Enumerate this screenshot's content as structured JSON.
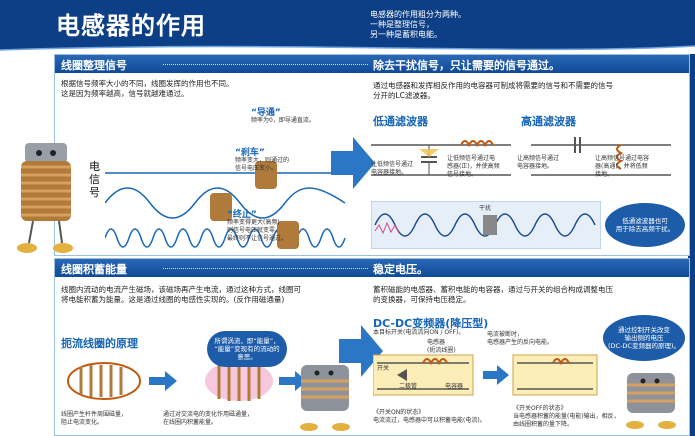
{
  "header": {
    "title": "电感器的作用",
    "summary_lines": [
      "电感器的作用粗分为两种。",
      "一种是整理信号，",
      "另一种是蓄积电能。"
    ]
  },
  "section1": {
    "left_heading": "线圈整理信号",
    "right_heading": "除去干扰信号，只让需要的信号通过。",
    "left_text": [
      "根据信号频率大小的不同，线圈发挥的作用也不同。",
      "这是因为频率越高，信号就越难通过。"
    ],
    "signal_label": "电信号",
    "labels": {
      "pass_title": "“导通”",
      "pass_desc": "频率为0，即导通直流。",
      "brake_title": "“刹车”",
      "brake_desc": [
        "频率变大，则通过的",
        "信号电压变小。"
      ],
      "stop_title": "“终止”",
      "stop_desc": [
        "频率变得更大(高频)",
        "则信号电压就变零，",
        "最终则不让信号通过。"
      ]
    },
    "right_text": [
      "通过电感器和发挥相反作用的电容器可制成将需要的信号和不需要的信号",
      "分开的LC滤波器。"
    ],
    "lowpass": "低通滤波器",
    "highpass": "高通滤波器",
    "lp_note1": [
      "让低频信号通过",
      "电容器接地。"
    ],
    "lp_note2": [
      "让低频信号通过电",
      "感器(正)，并使高频",
      "信号接地。"
    ],
    "hp_note1": [
      "让高频信号通过",
      "电容器接地。"
    ],
    "hp_note2": [
      "让高频信号通过电容",
      "器(高通)，并将低频",
      "接地。"
    ],
    "noise_label": "干扰",
    "bubble": [
      "低通滤波器也可",
      "用于除去高频干扰。"
    ]
  },
  "section2": {
    "left_heading": "线圈积蓄能量",
    "right_heading": "稳定电压。",
    "left_text": [
      "线圈内流动的电流产生磁场，该磁场再产生电流，通过这种方式，线圈可",
      "将电能积蓄为能量。这是通过线圈的电感性实现的。(反作用磁通量)"
    ],
    "vortex_title": "扼流线圈的原理",
    "callout": [
      "所谓涡流，即“能量”，",
      "“能量”变现有的流动的",
      "意思。"
    ],
    "note_a": [
      "线圈产生杆件周围磁量，",
      "阻止电流变化。"
    ],
    "note_b": [
      "通过对交流电的变化作用磁通量，",
      "在线圈内积蓄能量。"
    ],
    "right_text": [
      "蓄积磁能的电感器、蓄积电能的电容器，通过与开关的组合构成调整电压",
      "的变换器，可保持电压稳定。"
    ],
    "dcdc_title": "DC-DC变频器(降压型)",
    "dcdc_sub": "本目标开关(电流流向ON / OFF)。",
    "labels": {
      "switch": "开关",
      "inductor": "电感器",
      "inductor_sub": "(扼流线圈)",
      "diode": "二极管",
      "capacitor": "电容器"
    },
    "on_note": [
      "《开关ON的状态》",
      "电流流过，电感器中可以积蓄电能(电流)。"
    ],
    "off_note": [
      "《开关OFF的状态》",
      "当电感器积蓄的能量(电能)输出，相反，",
      "由线圈积蓄的量下降。"
    ],
    "mid_note": [
      "电流被断时，",
      "电感器产生的反向电能。"
    ],
    "bubble": [
      "通过控制开关改变",
      "输出侧的电压",
      "(DC-DC变频器的原理)。"
    ]
  },
  "colors": {
    "header": "#0d3f86",
    "accent": "#1766b7",
    "pink": "#d24b8a"
  }
}
